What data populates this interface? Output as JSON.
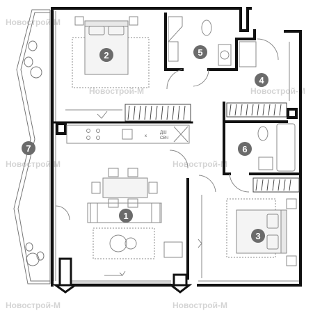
{
  "watermark": "Новострой-М",
  "rooms": [
    {
      "number": "1"
    },
    {
      "number": "2"
    },
    {
      "number": "3"
    },
    {
      "number": "4"
    },
    {
      "number": "5"
    },
    {
      "number": "6"
    },
    {
      "number": "7"
    }
  ],
  "appliance_labels": {
    "cooktop_mark": "x",
    "dw": "ДШ",
    "mw": "СВЧ"
  },
  "colors": {
    "wall": "#111111",
    "thin_line": "#777777",
    "furniture": "#8a8a8a",
    "furniture_fill": "#e8e8e8",
    "badge": "#6b6b6b",
    "watermark": "#d4d4d4"
  }
}
